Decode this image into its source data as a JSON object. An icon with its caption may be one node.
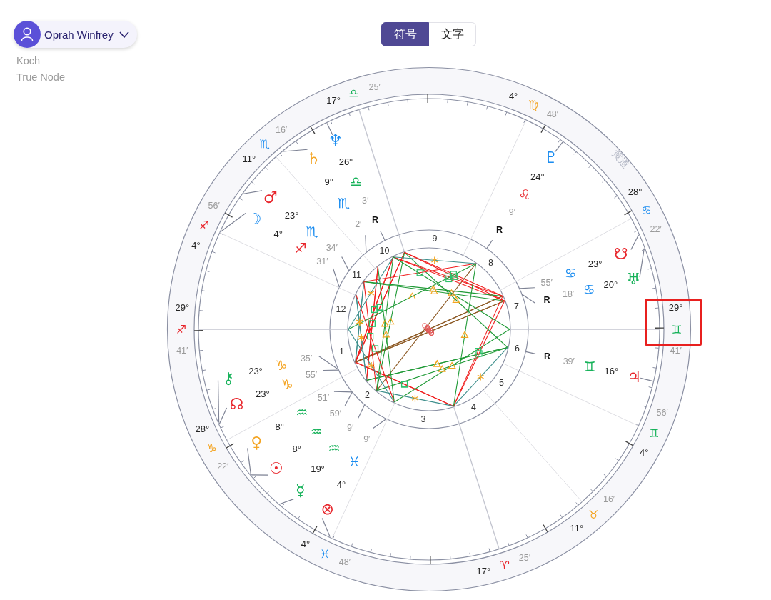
{
  "diagram": {
    "labels": [
      "Oprah Winfrey",
      "Koch",
      "True Node",
      "符号",
      "文字",
      "黄道",
      "29°",
      "♐",
      "41′",
      "28°",
      "♑",
      "22′",
      "4°",
      "♓",
      "48′",
      "17°",
      "♈",
      "25′",
      "11°",
      "♉",
      "16′",
      "4°",
      "♊",
      "56′",
      "29°",
      "♊",
      "41′",
      "28°",
      "♋",
      "22′",
      "4°",
      "♍",
      "48′",
      "17°",
      "♎",
      "25′",
      "11°",
      "♏",
      "16′",
      "4°",
      "♐",
      "56′",
      "1",
      "2",
      "3",
      "4",
      "5",
      "6",
      "7",
      "8",
      "9",
      "10",
      "11",
      "12",
      "⚷",
      "23°",
      "♑",
      "35′",
      "☊",
      "23°",
      "♑",
      "55′",
      "♀",
      "8°",
      "♒",
      "51′",
      "☉",
      "8°",
      "♒",
      "59′",
      "☿",
      "19°",
      "♒",
      "9′",
      "⊗",
      "4°",
      "♓",
      "9′",
      "♃",
      "16°",
      "♊",
      "39′",
      "R",
      "♅",
      "20°",
      "♋",
      "18′",
      "R",
      "☋",
      "23°",
      "♋",
      "55′",
      "♇",
      "24°",
      "♌",
      "9′",
      "R",
      "♆",
      "26°",
      "♎",
      "3′",
      "R",
      "♄",
      "9°",
      "♏",
      "2′",
      "♂",
      "23°",
      "♏",
      "34′",
      "☽",
      "4°",
      "♐",
      "31′"
    ]
  }
}
